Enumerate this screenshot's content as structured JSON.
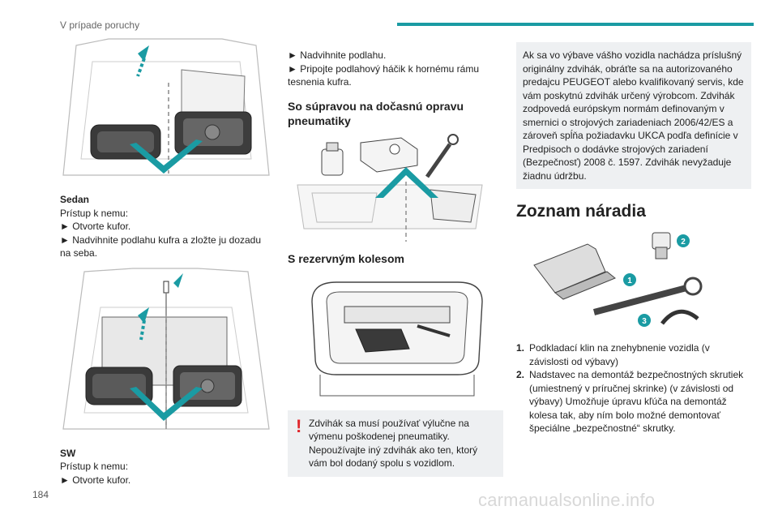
{
  "header": {
    "section_title": "V prípade poruchy",
    "page_number": "184",
    "accent_color": "#1a9ba3"
  },
  "col1": {
    "sedan_heading": "Sedan",
    "sedan_access": "Prístup k nemu:",
    "sedan_steps": [
      "► Otvorte kufor.",
      "► Nadvihnite podlahu kufra a zložte ju dozadu na seba."
    ],
    "sw_heading": "SW",
    "sw_access": "Prístup k nemu:",
    "sw_steps": [
      "► Otvorte kufor."
    ]
  },
  "col2": {
    "steps": [
      "► Nadvihnite podlahu.",
      "► Pripojte podlahový háčik k hornému rámu tesnenia kufra."
    ],
    "kit_heading": "So súpravou na dočasnú opravu pneumatiky",
    "spare_heading": "S rezervným kolesom",
    "warning_text": "Zdvihák sa musí používať výlučne na výmenu poškodenej pneumatiky. Nepoužívajte iný zdvihák ako ten, ktorý vám bol dodaný spolu s vozidlom.",
    "warning_color": "#e0262b"
  },
  "col3": {
    "note_text": "Ak sa vo výbave vášho vozidla nachádza príslušný originálny zdvihák, obráťte sa na autorizovaného predajcu PEUGEOT alebo kvalifikovaný servis, kde vám poskytnú zdvihák určený výrobcom. Zdvihák zodpovedá európskym normám definovaným v smernici o strojových zariadeniach 2006/42/ES a zároveň spĺňa požiadavku UKCA podľa definície v Predpisoch o dodávke strojových zariadení (Bezpečnosť) 2008 č. 1597. Zdvihák nevyžaduje žiadnu údržbu.",
    "tools_heading": "Zoznam náradia",
    "callouts": [
      "1",
      "2",
      "3"
    ],
    "items": [
      {
        "num": "1.",
        "text": "Podkladací klin na znehybnenie vozidla (v závislosti od výbavy)"
      },
      {
        "num": "2.",
        "text": "Nadstavec na demontáž bezpečnostných skrutiek (umiestnený v príručnej skrinke) (v závislosti od výbavy) Umožňuje úpravu kľúča na demontáž kolesa tak, aby ním bolo možné demontovať špeciálne „bezpečnostné“ skrutky."
      }
    ]
  },
  "watermark": "carmanualsonline.info"
}
